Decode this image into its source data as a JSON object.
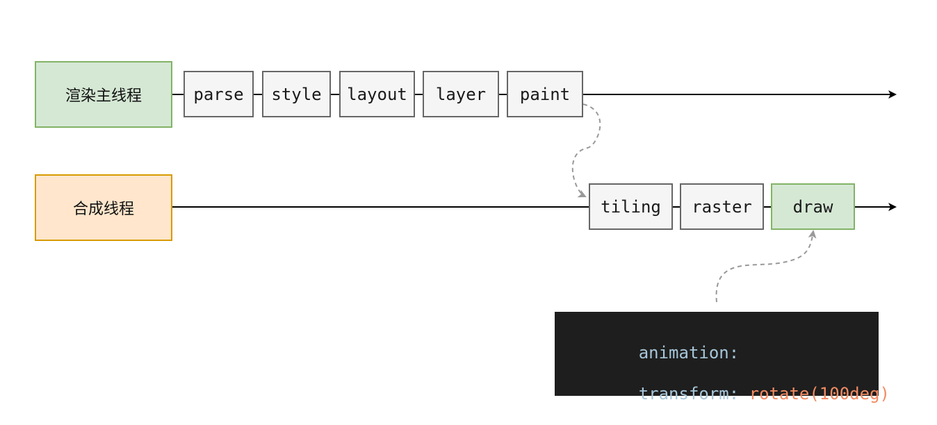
{
  "threads": {
    "main": {
      "label": "渲染主线程"
    },
    "compositor": {
      "label": "合成线程"
    }
  },
  "main_steps": [
    {
      "label": "parse"
    },
    {
      "label": "style"
    },
    {
      "label": "layout"
    },
    {
      "label": "layer"
    },
    {
      "label": "paint"
    }
  ],
  "compositor_steps": [
    {
      "label": "tiling"
    },
    {
      "label": "raster"
    },
    {
      "label": "draw"
    }
  ],
  "code": {
    "line1_key": "animation:",
    "line2_key": "transform:",
    "line2_value": "rotate(100deg)"
  },
  "colors": {
    "main_thread_fill": "#d5e8d4",
    "main_thread_border": "#82b366",
    "compositor_fill": "#ffe6cc",
    "compositor_border": "#d79b00",
    "step_fill": "#f5f5f5",
    "step_border": "#666666",
    "code_bg": "#1e1e1e",
    "code_key": "#a6c6d9",
    "code_value": "#f28b62",
    "dashed_arrow": "#999999"
  }
}
